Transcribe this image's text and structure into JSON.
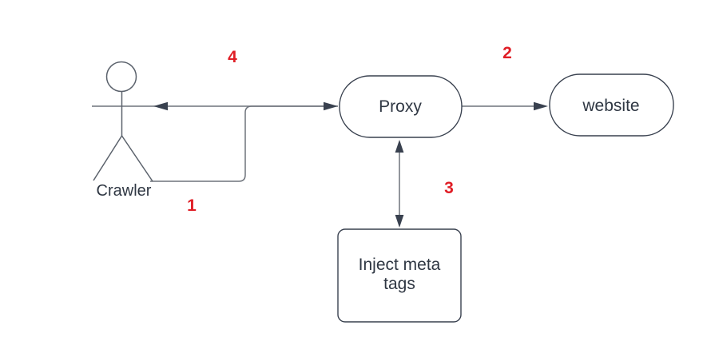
{
  "colors": {
    "background": "#ffffff",
    "connector_line": "#6e737b",
    "arrowhead": "#39414f",
    "node_border": "#39414f",
    "node_fill": "#ffffff",
    "label_text": "#2f3743",
    "step_number": "#e01e26"
  },
  "nodes": {
    "crawler": {
      "label": "Crawler"
    },
    "proxy": {
      "label": "Proxy"
    },
    "website": {
      "label": "website"
    },
    "inject_meta_tags": {
      "label_line_1": "Inject  meta",
      "label_line_2": "tags"
    }
  },
  "step_numbers": {
    "step_1": "1",
    "step_2": "2",
    "step_3": "3",
    "step_4": "4"
  }
}
